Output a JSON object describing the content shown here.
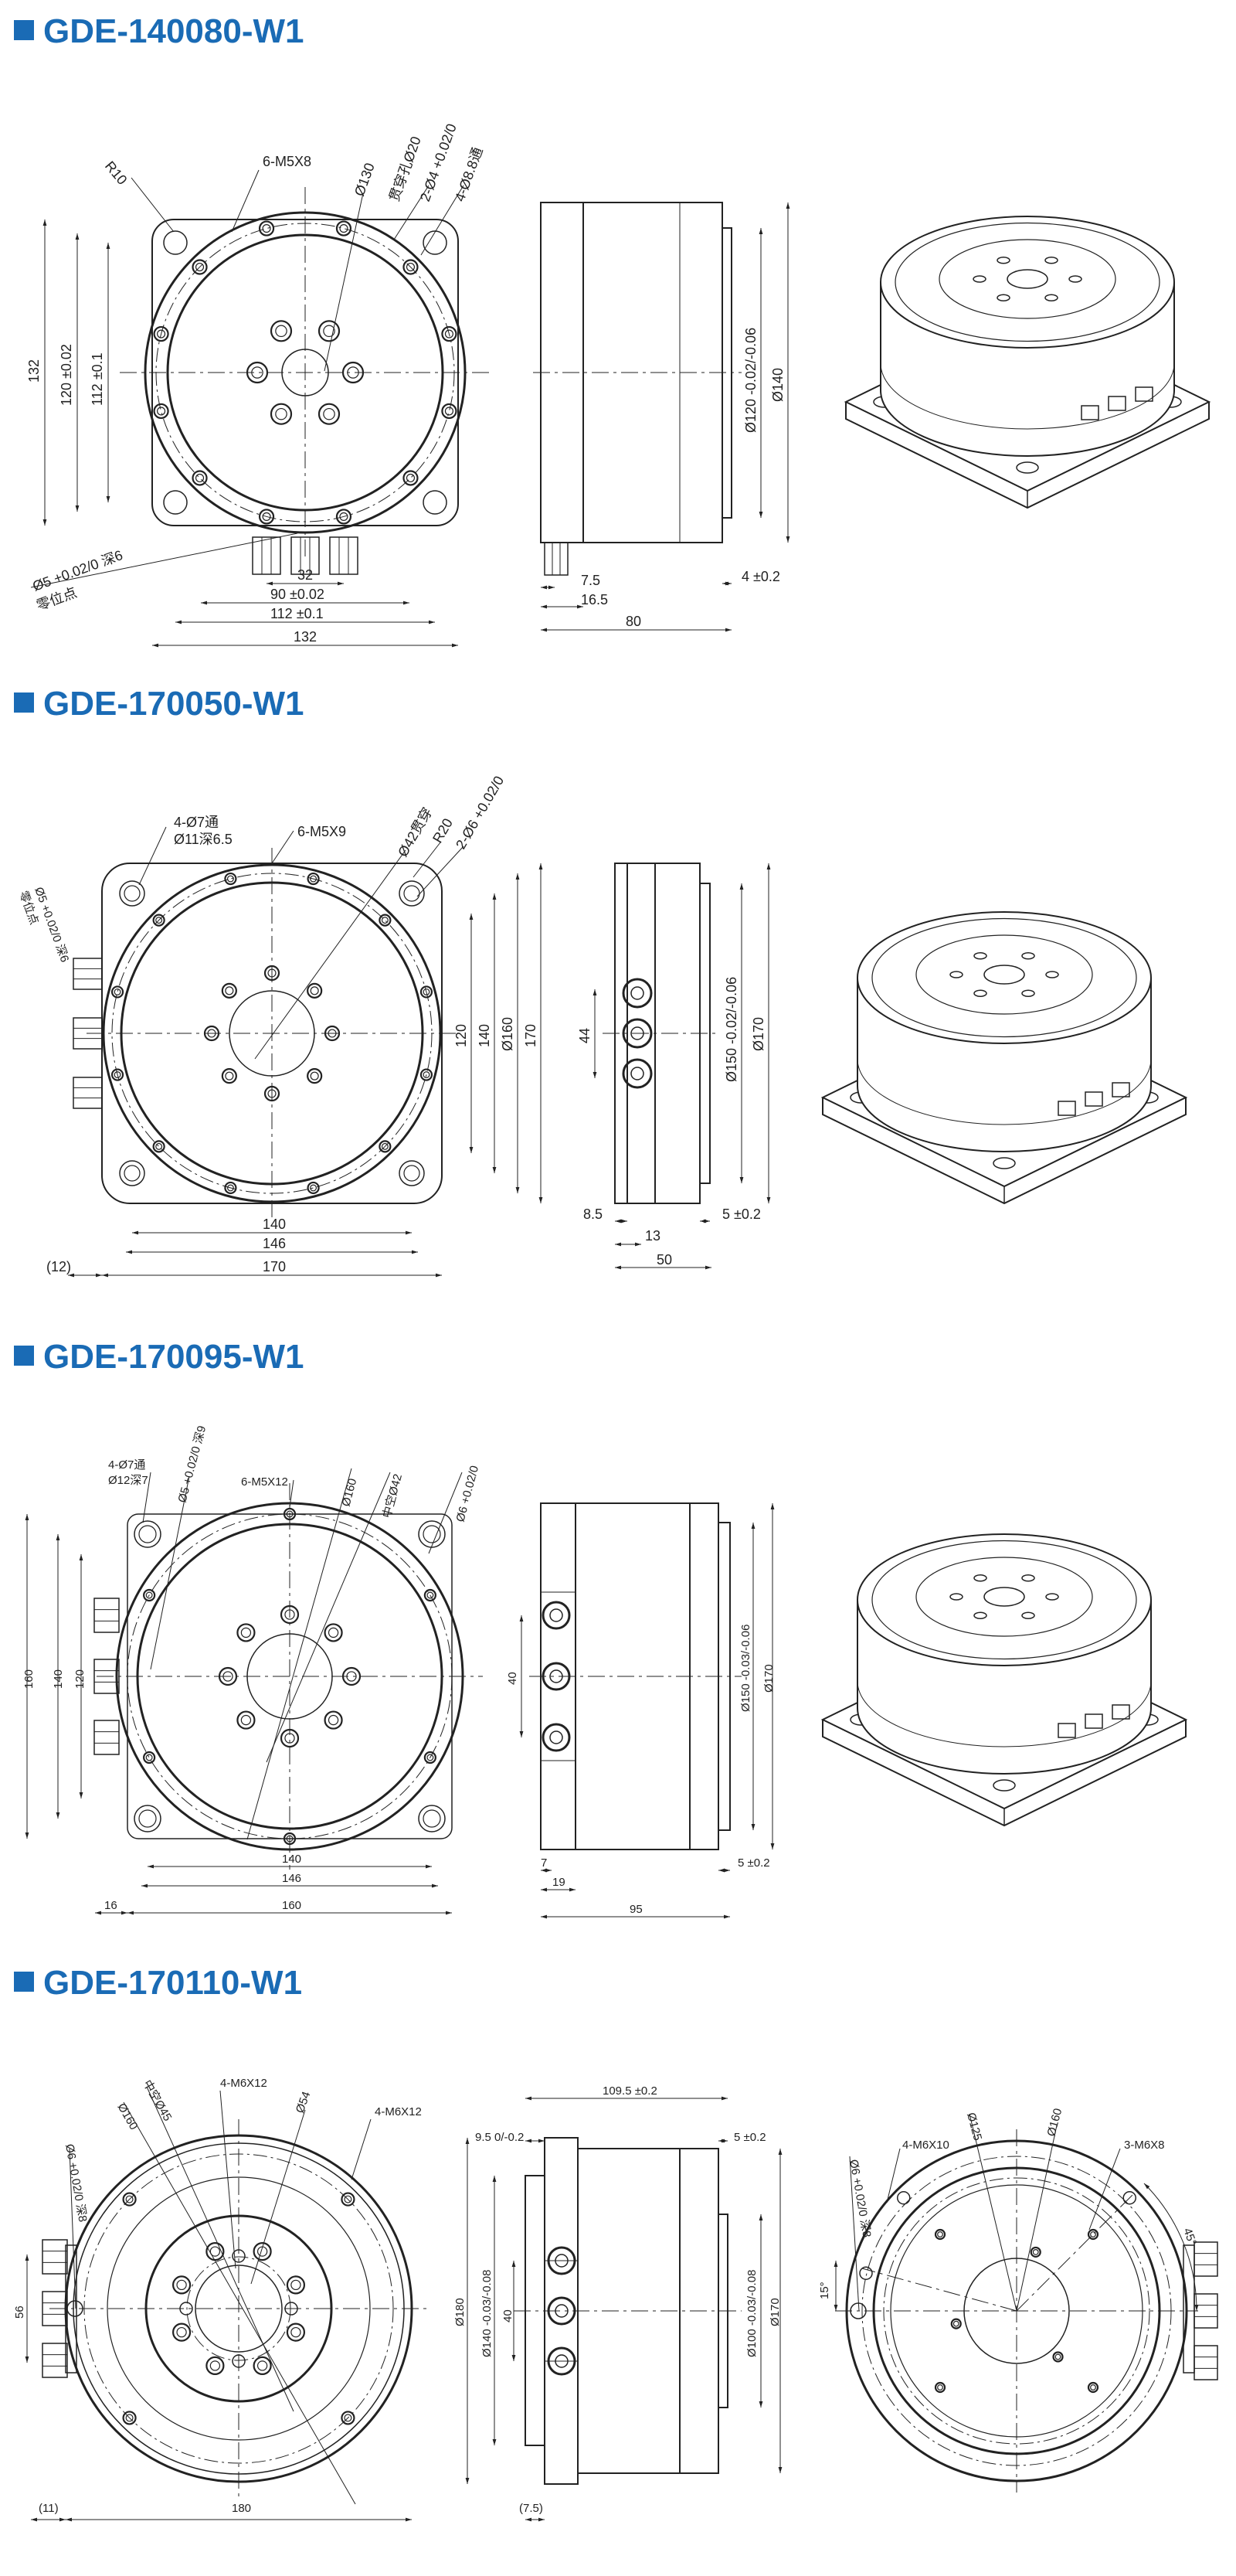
{
  "accent_color": "#1a6bb5",
  "sections": [
    {
      "title": "GDE-140080-W1",
      "front": {
        "r10": "R10",
        "tapped": "6-M5X8",
        "d130": "Ø130",
        "through": "贯穿孔Ø20",
        "pin": "2-Ø4 +0.02/0",
        "mount": "4-Ø8.8通",
        "v132": "132",
        "v120": "120 ±0.02",
        "v112": "112 ±0.1",
        "zero_hole": "Ø5 +0.02/0 深6",
        "zero_point": "零位点",
        "h32": "32",
        "h90": "90 ±0.02",
        "h112": "112 ±0.1",
        "h132": "132"
      },
      "side": {
        "d120": "Ø120 -0.02/-0.06",
        "d140": "Ø140",
        "l75": "7.5",
        "l165": "16.5",
        "l80": "80",
        "l4": "4 ±0.2"
      }
    },
    {
      "title": "GDE-170050-W1",
      "front": {
        "mount": "4-Ø7通",
        "counterbore": "Ø11深6.5",
        "tapped": "6-M5X9",
        "through": "Ø42贯穿",
        "r20": "R20",
        "pin": "2-Ø6 +0.02/0",
        "zero_hole": "Ø5 +0.02/0 深6",
        "zero_point": "零位点",
        "v120": "120",
        "v140": "140",
        "v160": "Ø160",
        "v170": "170",
        "h140": "140",
        "h146": "146",
        "h170": "170",
        "h12": "(12)"
      },
      "side": {
        "l44": "44",
        "d150": "Ø150 -0.02/-0.06",
        "d170": "Ø170",
        "l85": "8.5",
        "l13": "13",
        "l50": "50",
        "l5": "5 ±0.2"
      }
    },
    {
      "title": "GDE-170095-W1",
      "front": {
        "mount": "4-Ø7通",
        "counterbore": "Ø12深7",
        "zero_hole": "Ø5 +0.02/0 深9",
        "tapped": "6-M5X12",
        "d160": "Ø160",
        "hollow": "中空Ø42",
        "pin": "Ø6 +0.02/0",
        "v160": "160",
        "v140": "140",
        "v120": "120",
        "h140": "140",
        "h146": "146",
        "h160": "160",
        "h16": "16"
      },
      "side": {
        "l40": "40",
        "d150": "Ø150 -0.03/-0.06",
        "d170": "Ø170",
        "l7": "7",
        "l19": "19",
        "l95": "95",
        "l5": "5 ±0.2"
      }
    },
    {
      "title": "GDE-170110-W1",
      "front": {
        "tapped_a": "4-M6X12",
        "d54": "Ø54",
        "hollow": "中空Ø45",
        "d160": "Ø160",
        "tapped_b": "4-M6X12",
        "pin": "Ø6 +0.02/0 深8",
        "v56": "56",
        "h180": "180",
        "h11": "(11)"
      },
      "side": {
        "l1095": "109.5 ±0.2",
        "l95": "9.5 0/-0.2",
        "l5": "5 ±0.2",
        "d180": "Ø180",
        "d140": "Ø140 -0.03/-0.08",
        "l40": "40",
        "d100": "Ø100 -0.03/-0.08",
        "d170": "Ø170",
        "l75": "(7.5)"
      },
      "rear": {
        "tapped_a": "4-M6X10",
        "d125": "Ø125",
        "d160": "Ø160",
        "tapped_b": "3-M6X8",
        "pin": "Ø6 +0.02/0 深8",
        "a15": "15°",
        "a45": "45°"
      }
    }
  ]
}
